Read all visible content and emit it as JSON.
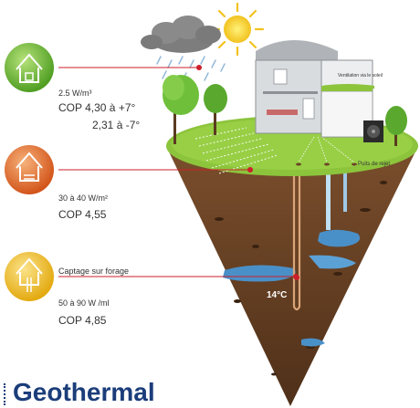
{
  "colors": {
    "green_icon": "#6fbf3a",
    "orange_icon": "#e8742a",
    "yellow_icon": "#f2c21e",
    "connector": "#cc1f2a",
    "grass": "#8cc43c",
    "soil": "#6b4326",
    "water": "#4a90c8",
    "title": "#1b3d7a"
  },
  "icons": [
    "house-air-icon",
    "house-horizontal-collector-icon",
    "house-vertical-probe-icon"
  ],
  "sections": [
    {
      "id": "air",
      "power": "2.5 W/m³",
      "cop_line1": "COP 4,30 à +7°",
      "cop_line2": "2,31 à -7°"
    },
    {
      "id": "horizontal",
      "power": "30 à 40 W/m²",
      "cop": "COP 4,55"
    },
    {
      "id": "vertical",
      "caption": "Captage sur forage",
      "power": "50 à 90 W /ml",
      "cop": "COP 4,85"
    }
  ],
  "scene": {
    "roof_note": "Ventilation via le soleil",
    "well_label": "Puits de rejet",
    "probe_temperature": "14°C"
  },
  "title": "Geothermal"
}
